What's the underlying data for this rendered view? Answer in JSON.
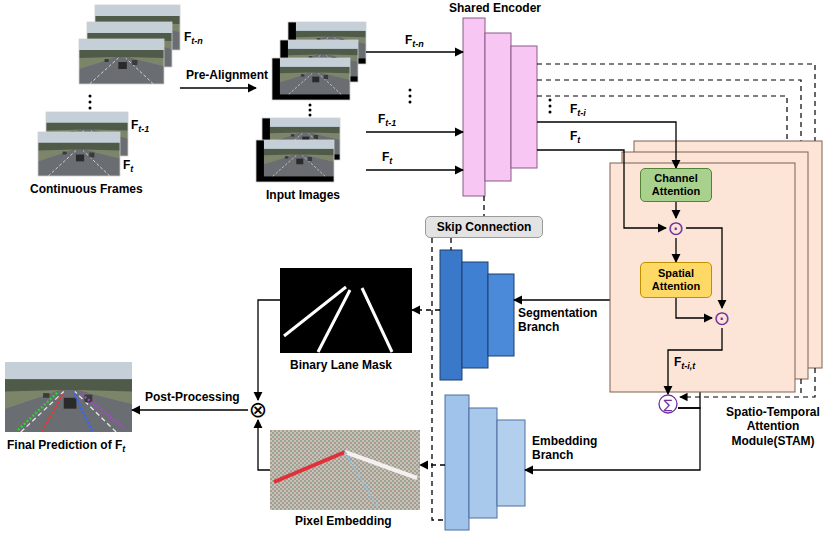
{
  "diagram": {
    "nodes": [
      {
        "text": [
          "Continuous Frames"
        ]
      },
      {
        "text": [
          "Input Images"
        ]
      },
      {
        "text": [
          "Shared Encoder"
        ]
      },
      {
        "text": [
          "Spatio-Temporal Attention Module(STAM)"
        ]
      },
      {
        "text": [
          "Channel Attention"
        ],
        "in": 3
      },
      {
        "text": [
          "⊙"
        ],
        "in": 3
      },
      {
        "text": [
          "Spatial Attention"
        ],
        "in": 3
      },
      {
        "text": [
          "⊙"
        ],
        "in": 3
      },
      {
        "text": [
          "∑"
        ]
      },
      {
        "text": [
          "Skip Connection"
        ]
      },
      {
        "text": [
          "Segmentation Branch"
        ]
      },
      {
        "text": [
          "Embedding Branch"
        ]
      },
      {
        "text": [
          "Binary Lane Mask"
        ]
      },
      {
        "text": [
          "Pixel Embedding"
        ]
      },
      {
        "text": [
          "⊗"
        ]
      },
      {
        "text": [
          "Final Prediction of Ft"
        ]
      }
    ],
    "edges": [
      {
        "from": 0,
        "to": 1,
        "arrow": "to",
        "label": "Pre-Alignment"
      },
      {
        "from": 1,
        "to": 2,
        "arrow": "to",
        "label": "Ft-n"
      },
      {
        "from": 1,
        "to": 2,
        "arrow": "to",
        "label": "Ft-1"
      },
      {
        "from": 1,
        "to": 2,
        "arrow": "to",
        "label": "Ft"
      },
      {
        "from": 2,
        "to": 4,
        "arrow": "to",
        "label": "Ft-i"
      },
      {
        "from": 2,
        "to": 5,
        "arrow": "to",
        "label": "Ft"
      },
      {
        "from": 4,
        "to": 5,
        "arrow": "to"
      },
      {
        "from": 5,
        "to": 6,
        "arrow": "to"
      },
      {
        "from": 5,
        "to": 7,
        "arrow": "to"
      },
      {
        "from": 6,
        "to": 7,
        "arrow": "to"
      },
      {
        "from": 7,
        "to": 8,
        "arrow": "to",
        "label": "Ft-i,t"
      },
      {
        "from": 8,
        "to": 10,
        "arrow": "to"
      },
      {
        "from": 8,
        "to": 11,
        "arrow": "to"
      },
      {
        "from": 2,
        "to": 9,
        "arrow": "none"
      },
      {
        "from": 9,
        "to": 10,
        "arrow": "none"
      },
      {
        "from": 9,
        "to": 11,
        "arrow": "none"
      },
      {
        "from": 10,
        "to": 12,
        "arrow": "to"
      },
      {
        "from": 11,
        "to": 13,
        "arrow": "to"
      },
      {
        "from": 12,
        "to": 14,
        "arrow": "to"
      },
      {
        "from": 13,
        "to": 14,
        "arrow": "to"
      },
      {
        "from": 14,
        "to": 15,
        "arrow": "to",
        "label": "Post-Processing"
      }
    ],
    "labels": [
      "Ft-n",
      "Ft-1",
      "Ft"
    ]
  }
}
